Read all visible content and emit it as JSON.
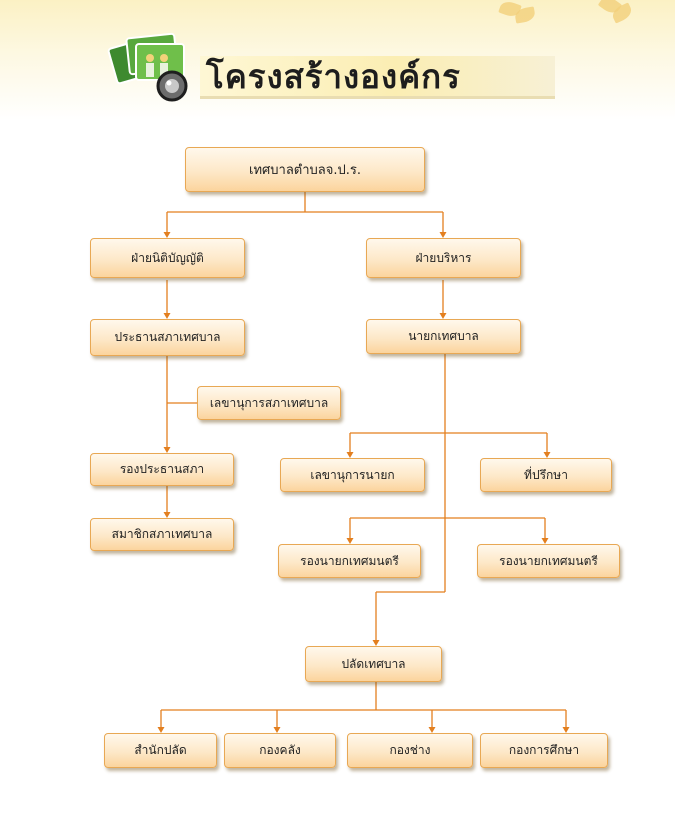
{
  "header": {
    "title": "โครงสร้างองค์กร",
    "icon": "photo-album-icon"
  },
  "org": {
    "root": "เทศบาลตำบลจ.ป.ร.",
    "legislative": "ฝ่ายนิติบัญญัติ",
    "executive": "ฝ่ายบริหาร",
    "council_chair": "ประธานสภาเทศบาล",
    "mayor": "นายกเทศบาล",
    "council_secretary": "เลขานุการสภาเทศบาล",
    "vice_chair": "รองประธานสภา",
    "mayor_secretary": "เลขานุการนายก",
    "advisor": "ที่ปรึกษา",
    "council_member": "สมาชิกสภาเทศบาล",
    "deputy_mayor_1": "รองนายกเทศมนตรี",
    "deputy_mayor_2": "รองนายกเทศมนตรี",
    "clerk": "ปลัดเทศบาล",
    "clerk_office": "สำนักปลัด",
    "finance_division": "กองคลัง",
    "engineering_division": "กองช่าง",
    "education_division": "กองการศึกษา"
  },
  "colors": {
    "connector": "#e37f1f",
    "box_border": "#e8a854",
    "box_fill": "#fde8c8"
  }
}
